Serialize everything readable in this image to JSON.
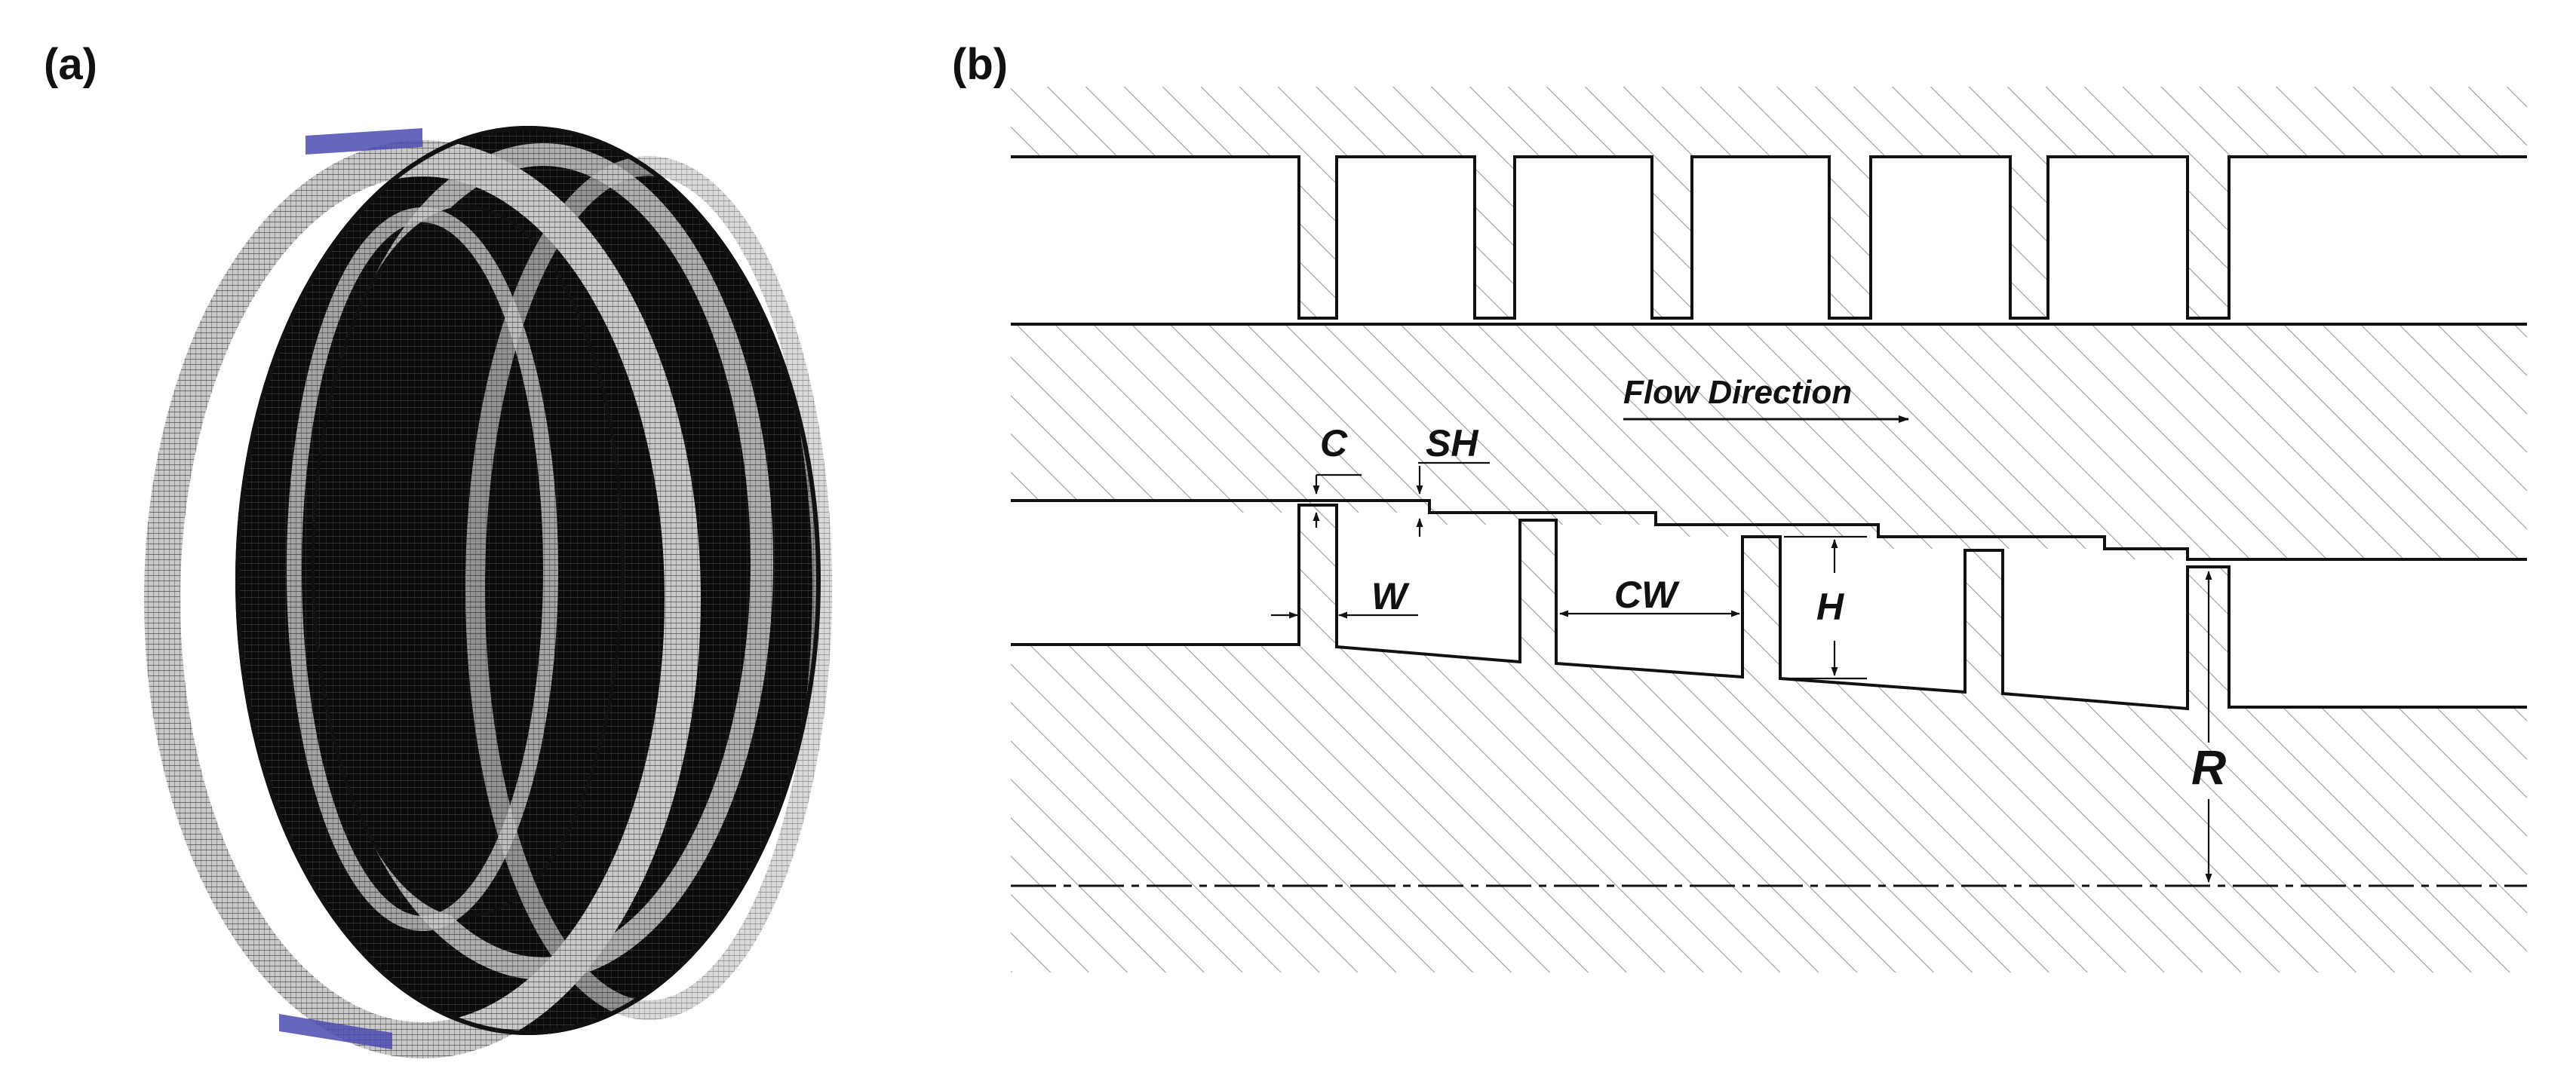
{
  "panels": {
    "a": {
      "label": "(a)"
    },
    "b": {
      "label": "(b)"
    }
  },
  "diagram_b": {
    "flow_label": "Flow Direction",
    "dimensions": {
      "clearance": "C",
      "step_height": "SH",
      "tooth_width": "W",
      "cavity_width": "CW",
      "tooth_height": "H",
      "radius": "R"
    }
  },
  "colors": {
    "line": "#111111",
    "hatch": "#9a9a9a",
    "ring_face": "#0b0b0b",
    "ring_band": "#bdbdbd",
    "ring_edge_accent": "#4b4bb0",
    "background": "#ffffff"
  }
}
